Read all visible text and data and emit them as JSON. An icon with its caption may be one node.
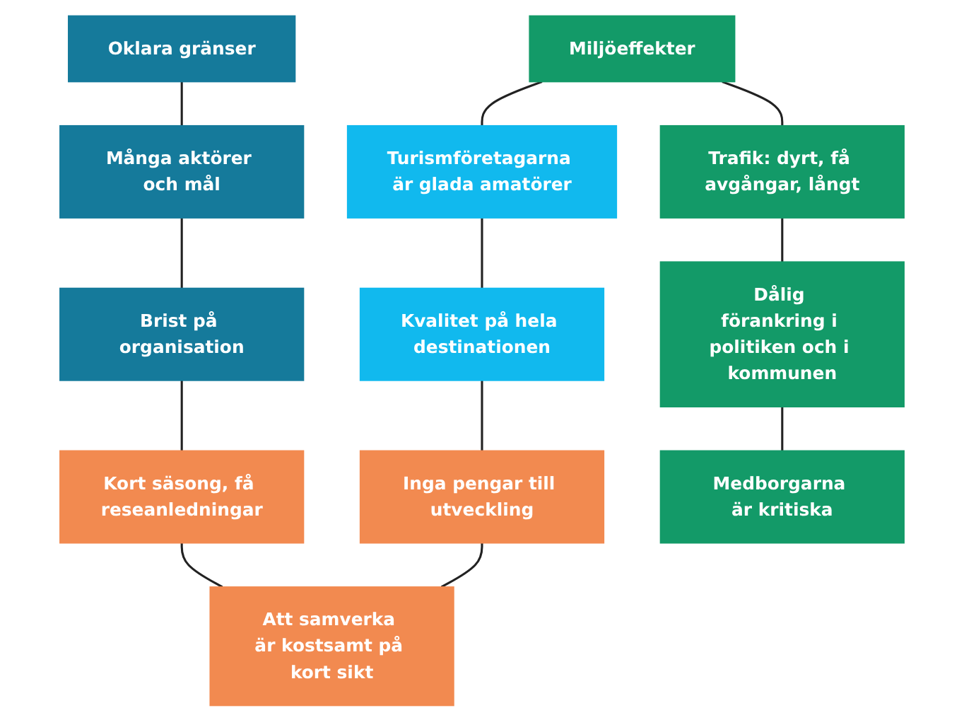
{
  "diagram": {
    "nodes": [
      {
        "text": [
          "Oklara gränser"
        ]
      },
      {
        "text": [
          "Turismföretagarna är glada amatörer"
        ]
      },
      {
        "text": [
          "Miljöeffekter"
        ]
      },
      {
        "text": [
          "Många aktörer och mål"
        ]
      },
      {
        "text": [
          "Kvalitet på hela destinationen"
        ]
      },
      {
        "text": [
          "Trafik: dyrt, få avgångar, långt"
        ]
      },
      {
        "text": [
          "Brist på organisation"
        ]
      },
      {
        "text": [
          "Inga pengar till utveckling"
        ]
      },
      {
        "text": [
          "Dålig förankring i politiken och i kommunen"
        ]
      },
      {
        "text": [
          "Kort säsong, få reseanledningar"
        ]
      },
      {
        "text": [
          "Att samverka är kostsamt på kort sikt"
        ]
      },
      {
        "text": [
          "Medborgarna är kritiska"
        ]
      }
    ],
    "edges": [
      {
        "from": 0,
        "to": 3,
        "arrow": "none"
      },
      {
        "from": 3,
        "to": 6,
        "arrow": "none"
      },
      {
        "from": 6,
        "to": 9,
        "arrow": "none"
      },
      {
        "from": 9,
        "to": 10,
        "arrow": "none"
      },
      {
        "from": 10,
        "to": 7,
        "arrow": "none"
      },
      {
        "from": 7,
        "to": 4,
        "arrow": "none"
      },
      {
        "from": 4,
        "to": 1,
        "arrow": "none"
      },
      {
        "from": 1,
        "to": 2,
        "arrow": "none"
      },
      {
        "from": 2,
        "to": 5,
        "arrow": "none"
      },
      {
        "from": 5,
        "to": 8,
        "arrow": "none"
      },
      {
        "from": 8,
        "to": 11,
        "arrow": "none"
      }
    ]
  }
}
